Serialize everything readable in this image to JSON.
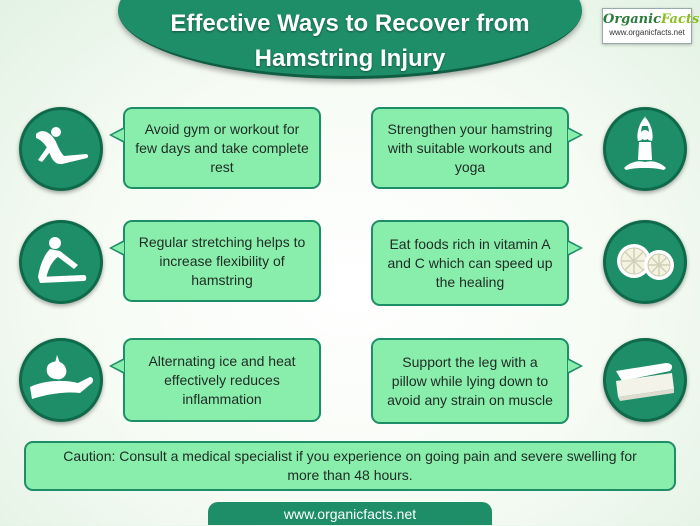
{
  "header": {
    "title_line1": "Effective Ways to Recover from",
    "title_line2": "Hamstring Injury"
  },
  "logo": {
    "name_part1": "Organic",
    "name_part2": "Facts",
    "url": "www.organicfacts.net"
  },
  "tips": [
    {
      "text": "Avoid gym or workout for few days and take complete rest",
      "icon": "stretching-person-icon"
    },
    {
      "text": "Strengthen your hamstring with suitable workouts and yoga",
      "icon": "yoga-pose-icon"
    },
    {
      "text": "Regular stretching helps to increase flexibility of hamstring",
      "icon": "seated-stretch-icon"
    },
    {
      "text": "Eat foods rich in vitamin A and C which can speed up the healing",
      "icon": "citrus-slices-icon"
    },
    {
      "text": "Alternating ice and heat effectively reduces inflammation",
      "icon": "ice-pack-leg-icon"
    },
    {
      "text": "Support the leg with a pillow while lying down to avoid any strain on muscle",
      "icon": "pillow-icon"
    }
  ],
  "caution": "Caution: Consult a medical specialist if you experience on going pain and severe swelling for more than 48 hours.",
  "footer": "www.organicfacts.net",
  "colors": {
    "primary_green": "#1e8e68",
    "box_green": "#89eeac"
  }
}
